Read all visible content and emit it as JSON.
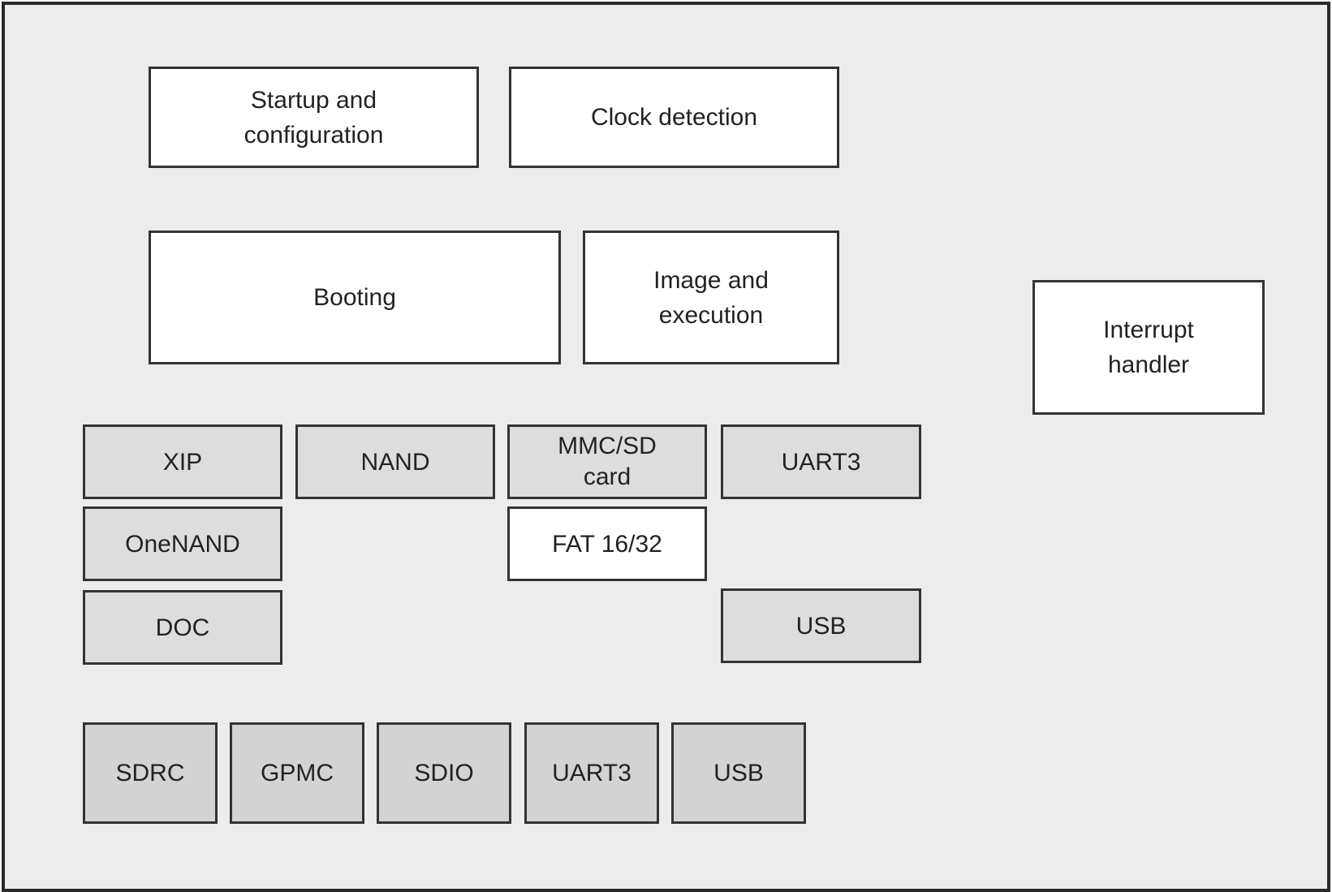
{
  "diagram": {
    "top_modules": {
      "startup": "Startup and\nconfiguration",
      "clock": "Clock detection",
      "booting": "Booting",
      "image": "Image and\nexecution",
      "interrupt": "Interrupt\nhandler"
    },
    "boot_devices": {
      "xip": "XIP",
      "nand": "NAND",
      "mmc": "MMC/SD\ncard",
      "uart3": "UART3",
      "onenand": "OneNAND",
      "fat": "FAT 16/32",
      "doc": "DOC",
      "usb": "USB"
    },
    "drivers": {
      "sdrc": "SDRC",
      "gpmc": "GPMC",
      "sdio": "SDIO",
      "uart3": "UART3",
      "usb": "USB"
    },
    "colors": {
      "background": "#ececec",
      "module_fill": "#ffffff",
      "device_fill": "#dddddd",
      "driver_fill": "#d3d3d3",
      "border": "#333333"
    }
  }
}
